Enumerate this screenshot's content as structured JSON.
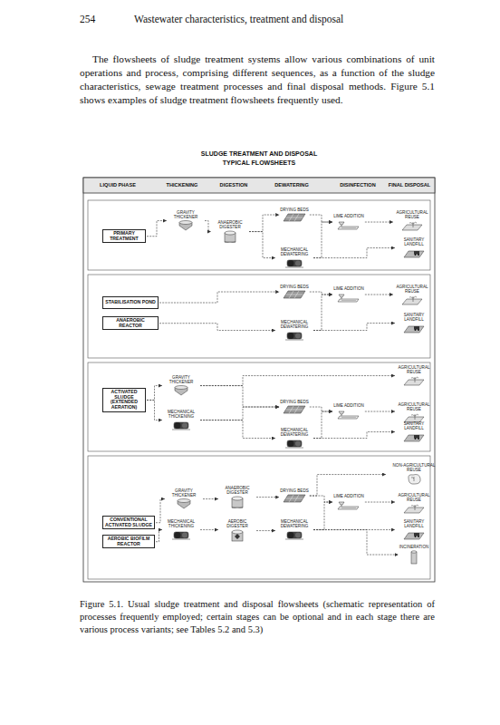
{
  "diagram": {
    "title": "SLUDGE TREATMENT AND DISPOSAL",
    "caption": "Figure 5.1. Usual sludge treatment and disposal flowsheets (schematic representation of processes frequently employed; certain stages can be optional and in each stage there are various process variants; see Tables 5.2 and 5.3)",
    "nodes": [
      {
        "text": [
          "PRIMARY TREATMENT"
        ]
      },
      {
        "text": [
          "GRAVITY THICKENER"
        ]
      },
      {
        "text": [
          "ANAEROBIC DIGESTER"
        ]
      },
      {
        "text": [
          "DRYING BEDS"
        ]
      },
      {
        "text": [
          "LIME ADDITION"
        ]
      },
      {
        "text": [
          "AGRICULTURAL REUSE"
        ]
      },
      {
        "text": [
          "MECHANICAL DEWATERING"
        ]
      },
      {
        "text": [
          "SANITARY LANDFILL"
        ]
      },
      {
        "text": [
          "STABILISATION POND"
        ]
      },
      {
        "text": [
          "ANAEROBIC REACTOR"
        ]
      },
      {
        "text": [
          "DRYING BEDS"
        ]
      },
      {
        "text": [
          "LIME ADDITION"
        ]
      },
      {
        "text": [
          "AGRICULTURAL REUSE"
        ]
      },
      {
        "text": [
          "MECHANICAL DEWATERING"
        ]
      },
      {
        "text": [
          "SANITARY LANDFILL"
        ]
      },
      {
        "text": [
          "ACTIVATED SLUDGE (EXTENDED AERATION)"
        ]
      },
      {
        "text": [
          "AGRICULTURAL REUSE"
        ]
      },
      {
        "text": [
          "GRAVITY THICKENER"
        ]
      },
      {
        "text": [
          "MECHANICAL THICKENING"
        ]
      },
      {
        "text": [
          "DRYING BEDS"
        ]
      },
      {
        "text": [
          "LIME ADDITION"
        ]
      },
      {
        "text": [
          "AGRICULTURAL REUSE"
        ]
      },
      {
        "text": [
          "MECHANICAL DEWATERING"
        ]
      },
      {
        "text": [
          "SANITARY LANDFILL"
        ]
      },
      {
        "text": [
          "CONVENTIONAL ACTIVATED SLUDGE"
        ]
      },
      {
        "text": [
          "AEROBIC BIOFILM REACTOR"
        ]
      },
      {
        "text": [
          "NON-AGRICULTURAL REUSE"
        ]
      },
      {
        "text": [
          "GRAVITY THICKENER"
        ]
      },
      {
        "text": [
          "ANAEROBIC DIGESTER"
        ]
      },
      {
        "text": [
          "DRYING BEDS"
        ]
      },
      {
        "text": [
          "LIME ADDITION"
        ]
      },
      {
        "text": [
          "AGRICULTURAL REUSE"
        ]
      },
      {
        "text": [
          "MECHANICAL THICKENING"
        ]
      },
      {
        "text": [
          "AEROBIC DIGESTER"
        ]
      },
      {
        "text": [
          "MECHANICAL DEWATERING"
        ]
      },
      {
        "text": [
          "SANITARY LANDFILL"
        ]
      },
      {
        "text": [
          "INCINERATION"
        ]
      }
    ],
    "edges": [
      {
        "from": 0,
        "to": 1,
        "arrow": "to"
      },
      {
        "from": 1,
        "to": 2,
        "arrow": "to"
      },
      {
        "from": 2,
        "to": 3,
        "arrow": "to"
      },
      {
        "from": 2,
        "to": 6,
        "arrow": "to"
      },
      {
        "from": 3,
        "to": 4,
        "arrow": "to"
      },
      {
        "from": 6,
        "to": 4,
        "arrow": "to"
      },
      {
        "from": 4,
        "to": 5,
        "arrow": "to"
      },
      {
        "from": 6,
        "to": 7,
        "arrow": "to"
      },
      {
        "from": 8,
        "to": 10,
        "arrow": "to"
      },
      {
        "from": 9,
        "to": 13,
        "arrow": "to"
      },
      {
        "from": 10,
        "to": 11,
        "arrow": "to"
      },
      {
        "from": 13,
        "to": 11,
        "arrow": "to"
      },
      {
        "from": 11,
        "to": 12,
        "arrow": "to"
      },
      {
        "from": 13,
        "to": 14,
        "arrow": "to"
      },
      {
        "from": 15,
        "to": 17,
        "arrow": "to"
      },
      {
        "from": 15,
        "to": 18,
        "arrow": "to"
      },
      {
        "from": 17,
        "to": 16,
        "arrow": "to"
      },
      {
        "from": 17,
        "to": 19,
        "arrow": "to"
      },
      {
        "from": 18,
        "to": 19,
        "arrow": "to"
      },
      {
        "from": 18,
        "to": 22,
        "arrow": "to"
      },
      {
        "from": 19,
        "to": 20,
        "arrow": "to"
      },
      {
        "from": 22,
        "to": 20,
        "arrow": "to"
      },
      {
        "from": 20,
        "to": 21,
        "arrow": "to"
      },
      {
        "from": 22,
        "to": 23,
        "arrow": "to"
      },
      {
        "from": 24,
        "to": 27,
        "arrow": "to"
      },
      {
        "from": 25,
        "to": 32,
        "arrow": "to"
      },
      {
        "from": 27,
        "to": 28,
        "arrow": "to"
      },
      {
        "from": 32,
        "to": 33,
        "arrow": "to"
      },
      {
        "from": 28,
        "to": 29,
        "arrow": "to"
      },
      {
        "from": 33,
        "to": 34,
        "arrow": "to"
      },
      {
        "from": 29,
        "to": 30,
        "arrow": "to"
      },
      {
        "from": 34,
        "to": 30,
        "arrow": "to"
      },
      {
        "from": 30,
        "to": 31,
        "arrow": "to"
      },
      {
        "from": 34,
        "to": 35,
        "arrow": "to"
      },
      {
        "from": 34,
        "to": 36,
        "arrow": "to"
      },
      {
        "from": 29,
        "to": 26,
        "arrow": "to"
      }
    ],
    "labels": [
      "254",
      "Wastewater characteristics, treatment and disposal",
      "The flowsheets of sludge treatment systems allow various combinations of unit operations and process, comprising different sequences, as a function of the sludge characteristics, sewage treatment processes and final disposal methods. Figure 5.1 shows examples of sludge treatment flowsheets frequently used.",
      "TYPICAL FLOWSHEETS",
      "LIQUID PHASE",
      "THICKENING",
      "DIGESTION",
      "DEWATERING",
      "DISINFECTION",
      "FINAL DISPOSAL"
    ]
  }
}
